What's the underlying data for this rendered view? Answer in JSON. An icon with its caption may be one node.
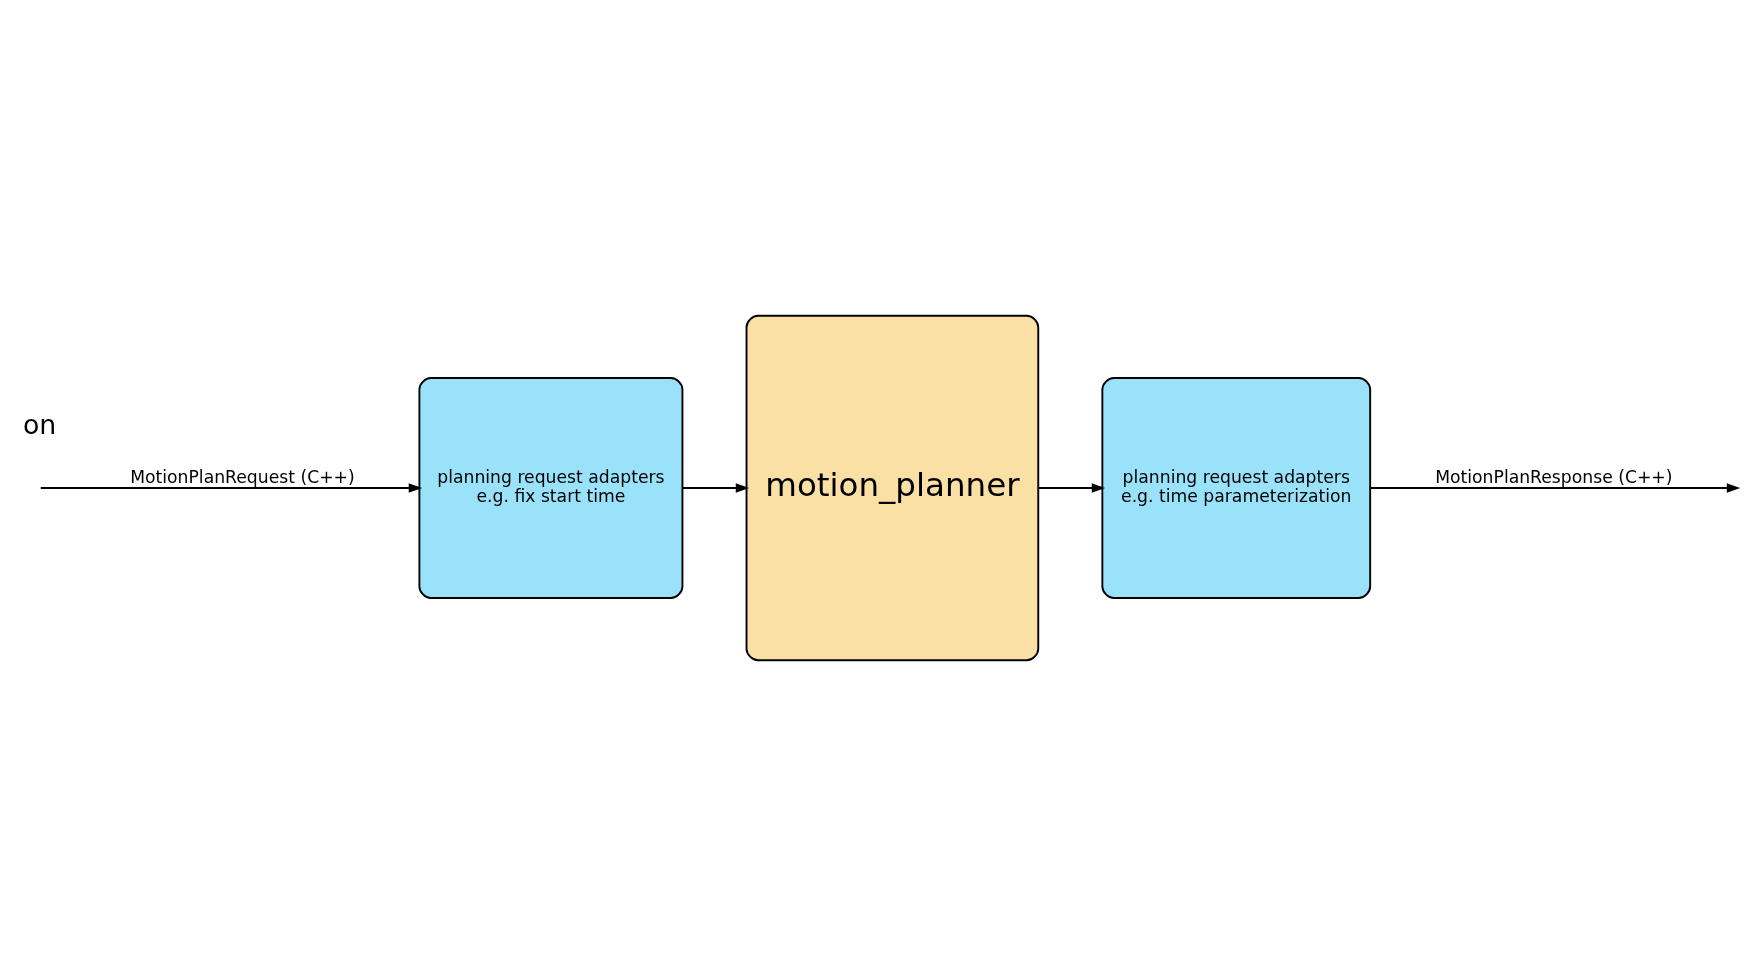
{
  "diagram": {
    "nodes": [
      {
        "text": [
          "planning request adapters",
          "e.g. fix start time"
        ]
      },
      {
        "text": [
          "motion_planner"
        ]
      },
      {
        "text": [
          "planning request adapters",
          "e.g. time parameterization"
        ]
      }
    ],
    "edges": [
      {
        "from": null,
        "to": 0,
        "arrow": "to",
        "label": "MotionPlanRequest (C++)"
      },
      {
        "from": 0,
        "to": 1,
        "arrow": "to"
      },
      {
        "from": 1,
        "to": 2,
        "arrow": "to"
      },
      {
        "from": 2,
        "to": null,
        "arrow": "to",
        "label": "MotionPlanResponse (C++)"
      }
    ],
    "labels": [
      "on"
    ]
  }
}
